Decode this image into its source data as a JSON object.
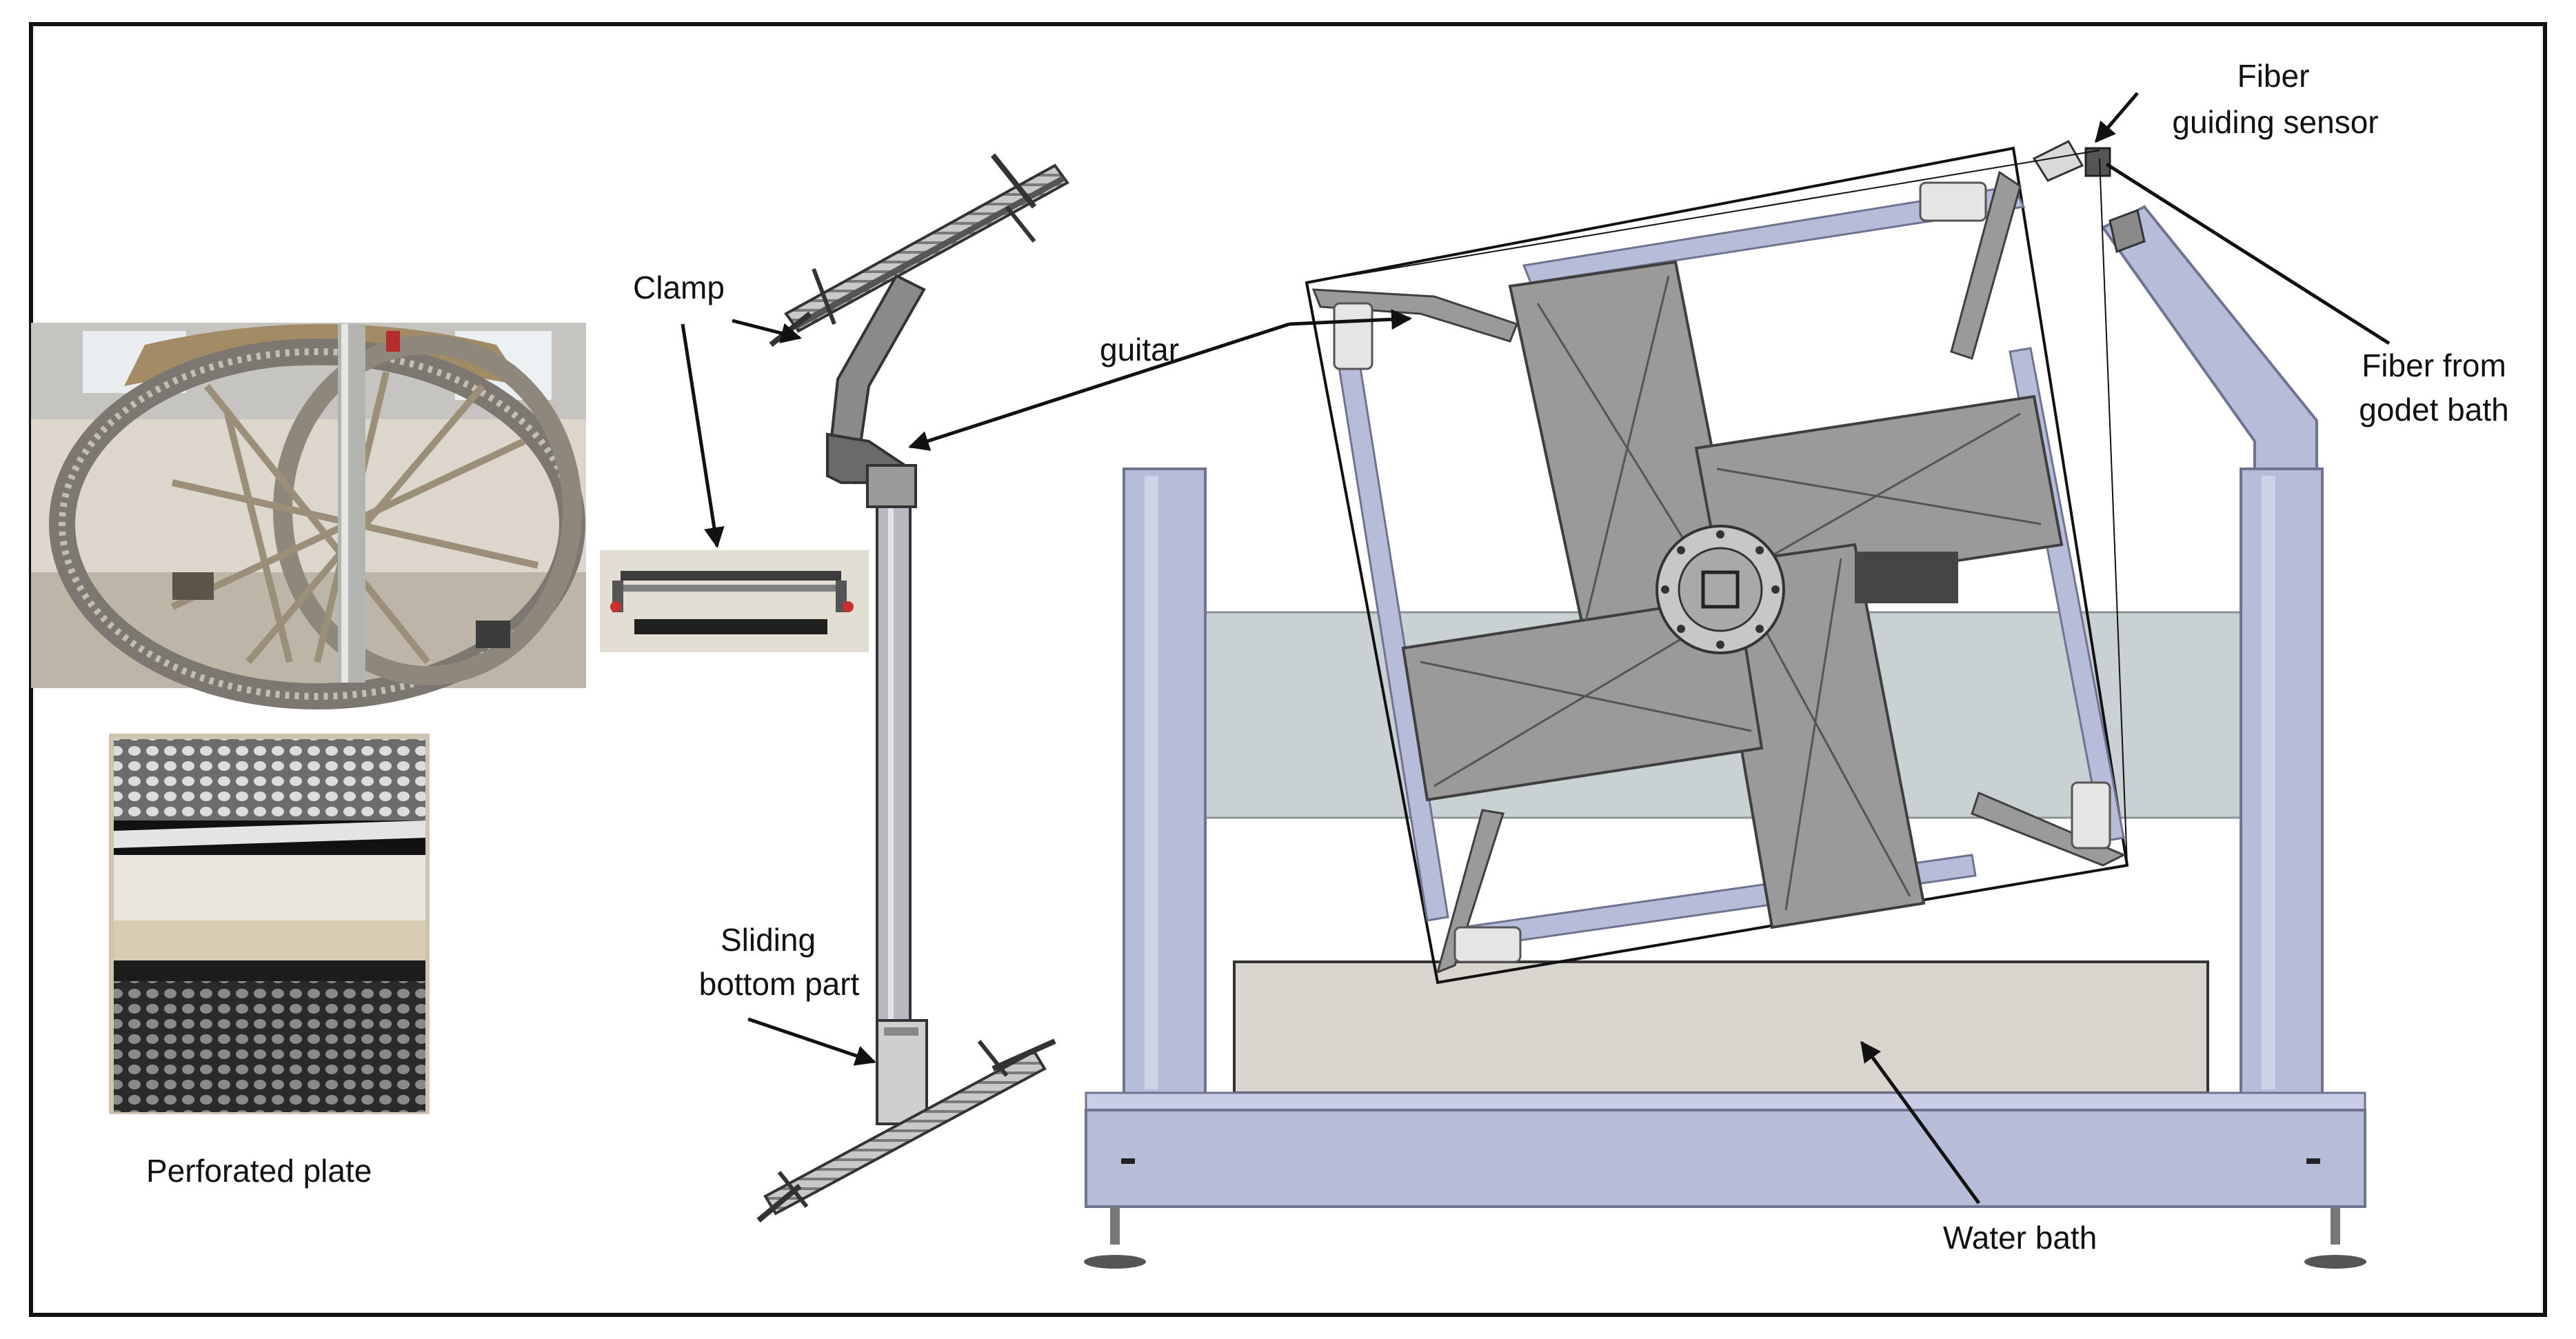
{
  "labels": {
    "clamp": "Clamp",
    "guitar": "guitar",
    "sliding_line1": "Sliding",
    "sliding_line2": "bottom part",
    "perforated_plate": "Perforated plate",
    "fiber_sensor_line1": "Fiber",
    "fiber_sensor_line2": "guiding sensor",
    "fiber_godet_line1": "Fiber from",
    "fiber_godet_line2": "godet bath",
    "water_bath": "Water bath"
  },
  "colors": {
    "frame_blue": "#b7bcd8",
    "frame_stroke": "#6f7390",
    "rotor_gray": "#9a9a9a",
    "rotor_dark": "#5a5a5a",
    "band_gray": "#c9d1d3",
    "water_bath": "#d8d4ce",
    "photo_wood": "#a08560",
    "photo_metal": "#8f8c86"
  }
}
